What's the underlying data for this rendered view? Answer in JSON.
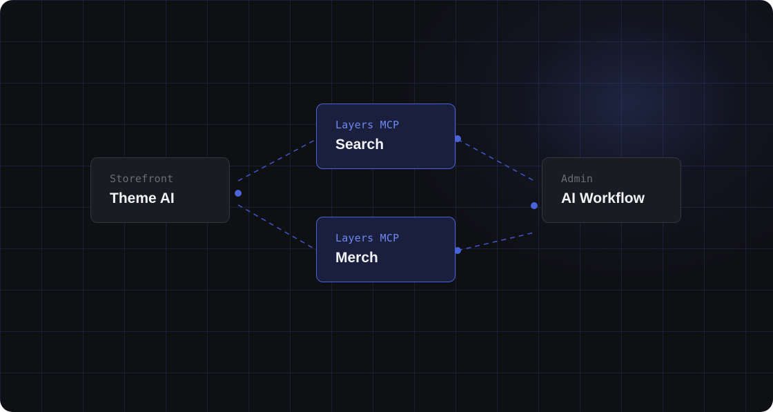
{
  "nodes": {
    "storefront": {
      "eyebrow": "Storefront",
      "title": "Theme AI"
    },
    "search": {
      "eyebrow": "Layers MCP",
      "title": "Search"
    },
    "merch": {
      "eyebrow": "Layers MCP",
      "title": "Merch"
    },
    "admin": {
      "eyebrow": "Admin",
      "title": "AI Workflow"
    }
  },
  "colors": {
    "background": "#0f1014",
    "accent": "#4a63d8",
    "accent_text": "#6f88f2",
    "muted_card": "#1b1c22"
  }
}
